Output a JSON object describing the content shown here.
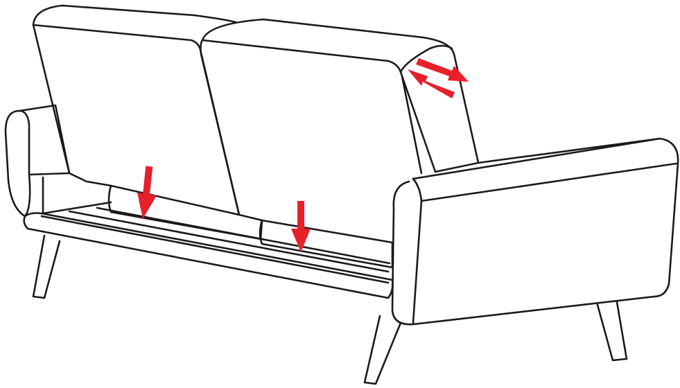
{
  "illustration": {
    "subject": "sofa-bed",
    "line_color": "#1a1a1a",
    "background_color": "#ffffff"
  },
  "arrows": {
    "color": "#e8202a",
    "items": [
      {
        "name": "arrow-down-left-seat",
        "direction": "down"
      },
      {
        "name": "arrow-down-right-seat",
        "direction": "down"
      },
      {
        "name": "arrow-right-top",
        "direction": "right-down"
      },
      {
        "name": "arrow-left-top",
        "direction": "left-up"
      }
    ]
  }
}
